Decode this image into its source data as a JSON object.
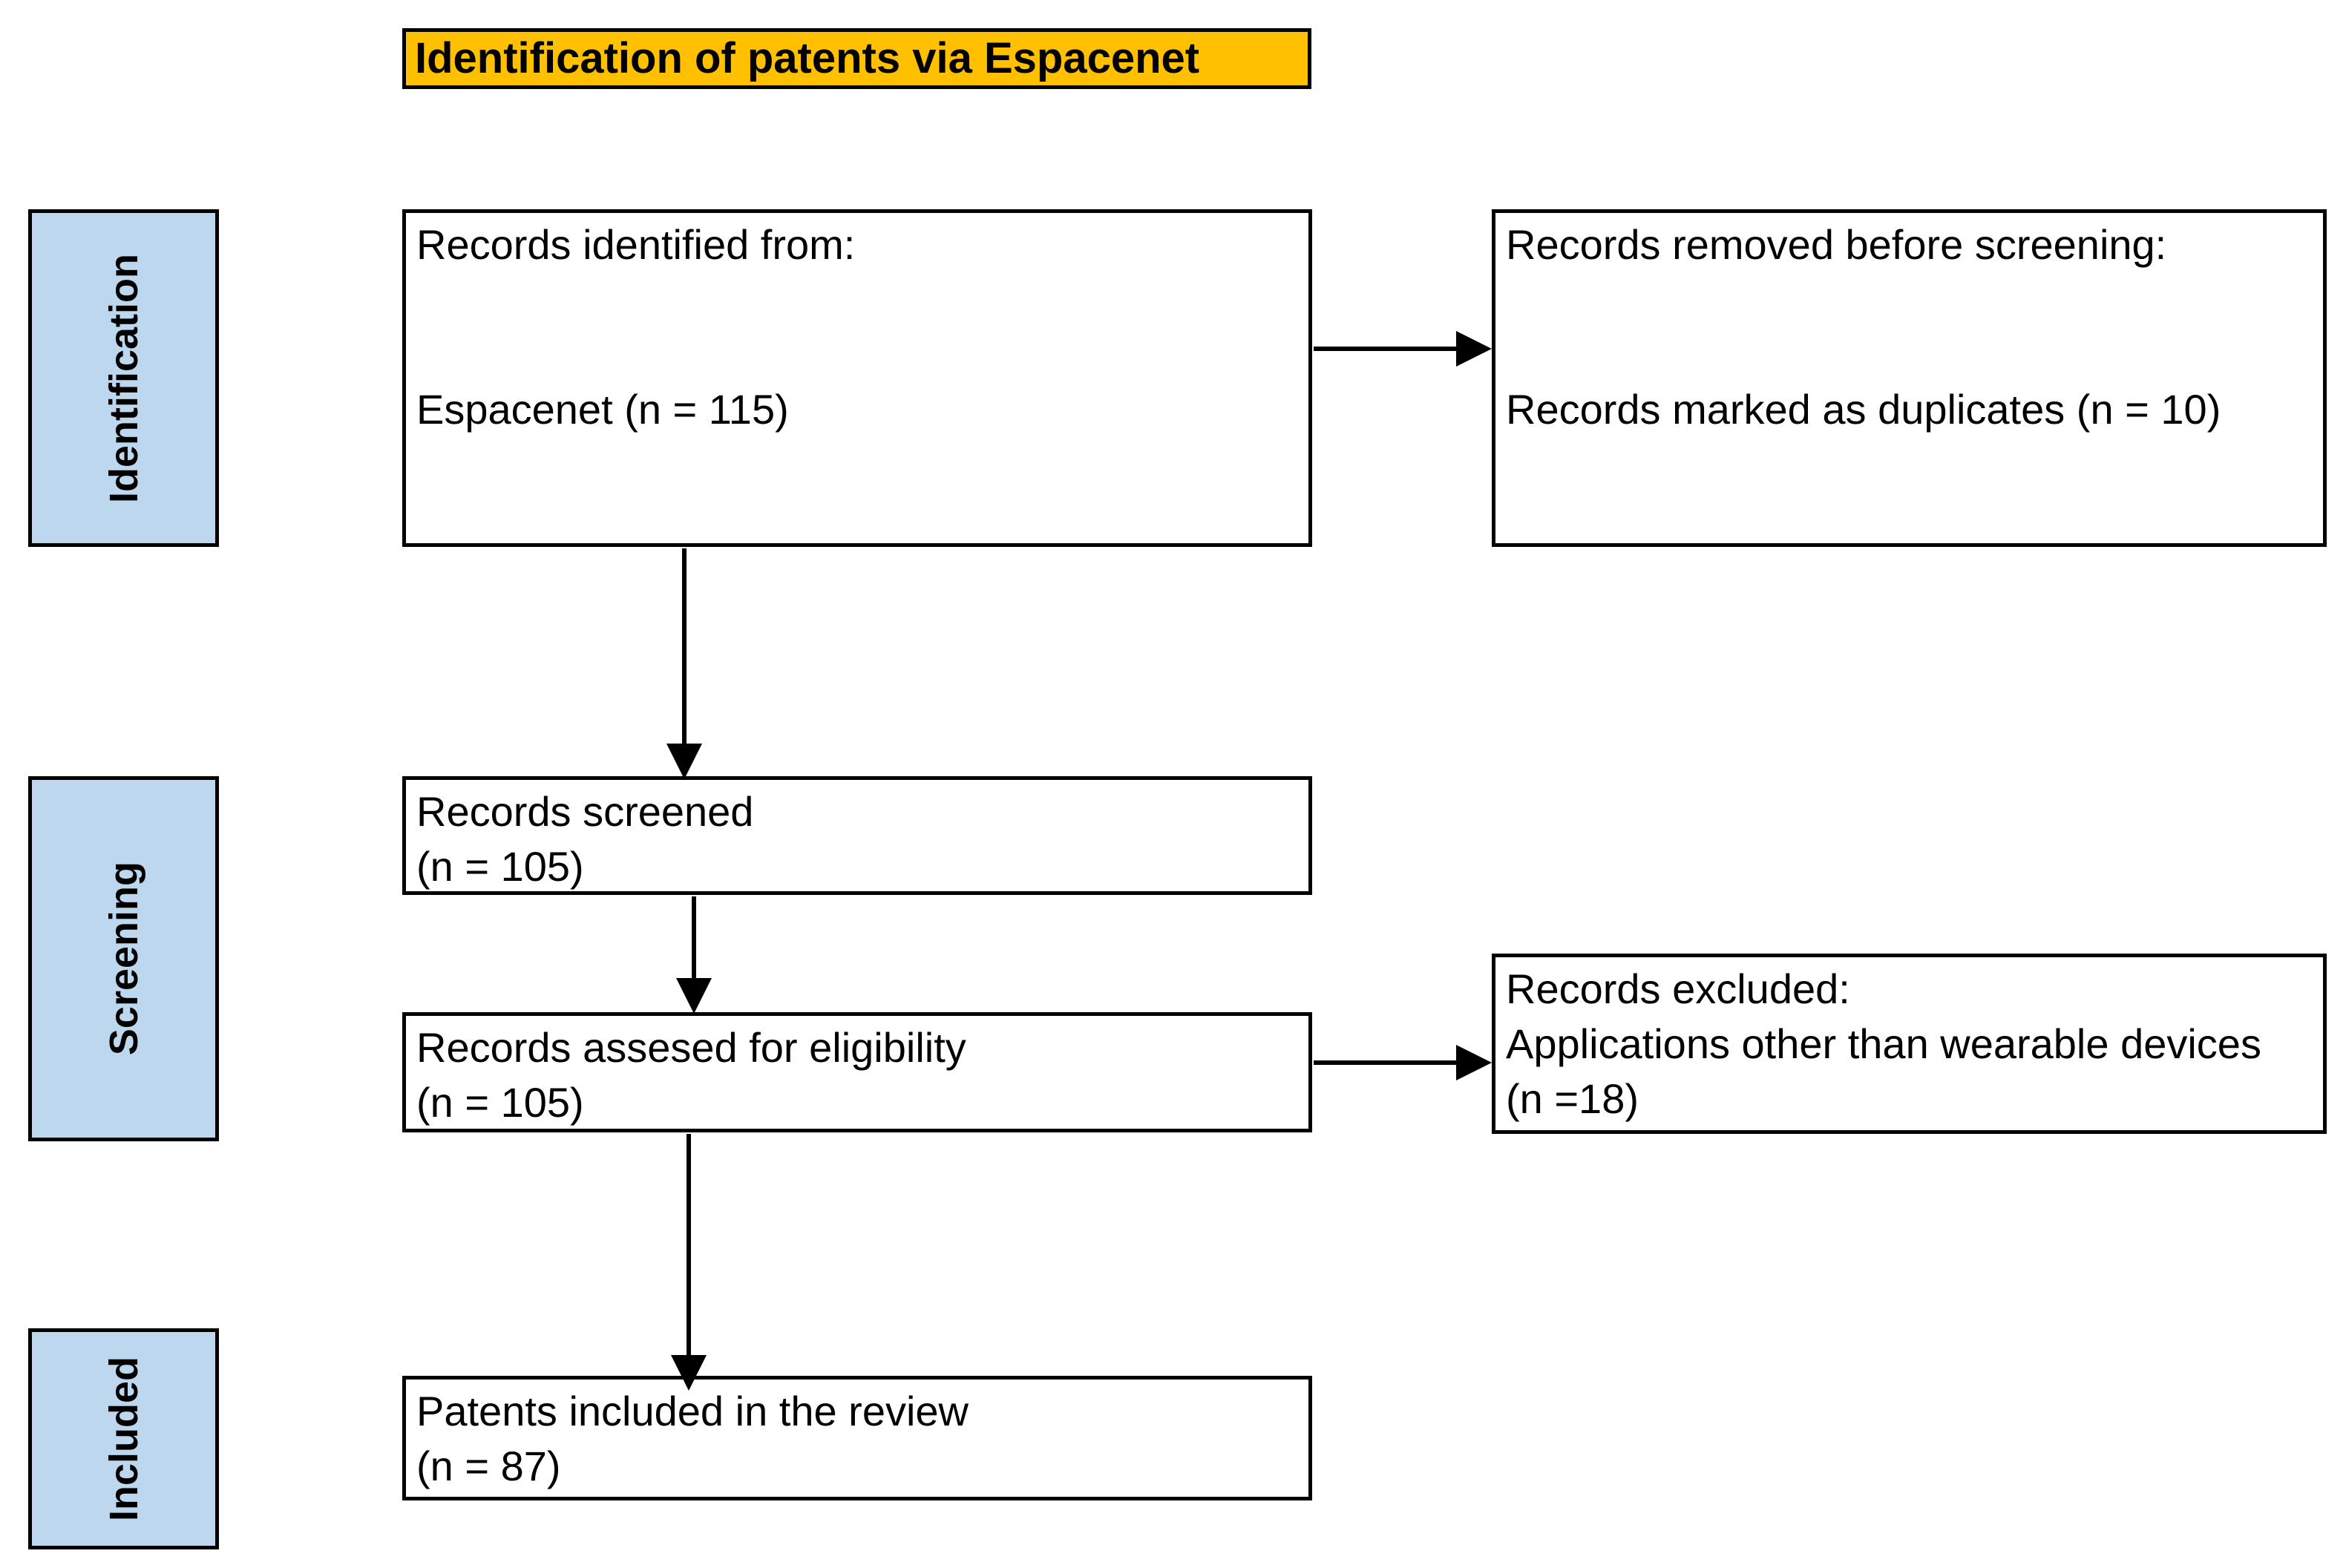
{
  "title": "Identification of patents via Espacenet",
  "colors": {
    "title_bg": "#FFC000",
    "stage_bg": "#BDD7EE",
    "border": "#000000",
    "background": "#FFFFFF",
    "text": "#000000"
  },
  "stages": {
    "identification": "Identification",
    "screening": "Screening",
    "included": "Included"
  },
  "boxes": {
    "identified": {
      "head": "Records identified from:",
      "detail": "Espacenet (n = 115)"
    },
    "removed": {
      "head": "Records removed before screening:",
      "detail": "Records marked as duplicates (n = 10)"
    },
    "screened": {
      "line1": "Records screened",
      "line2": "(n = 105)"
    },
    "assessed": {
      "line1": "Records assesed for eligibility",
      "line2": "(n = 105)"
    },
    "excluded": {
      "line1": "Records excluded:",
      "line2": "Applications other than wearable devices",
      "line3": "(n =18)"
    },
    "included": {
      "line1": "Patents included in the review",
      "line2": "(n = 87)"
    }
  }
}
